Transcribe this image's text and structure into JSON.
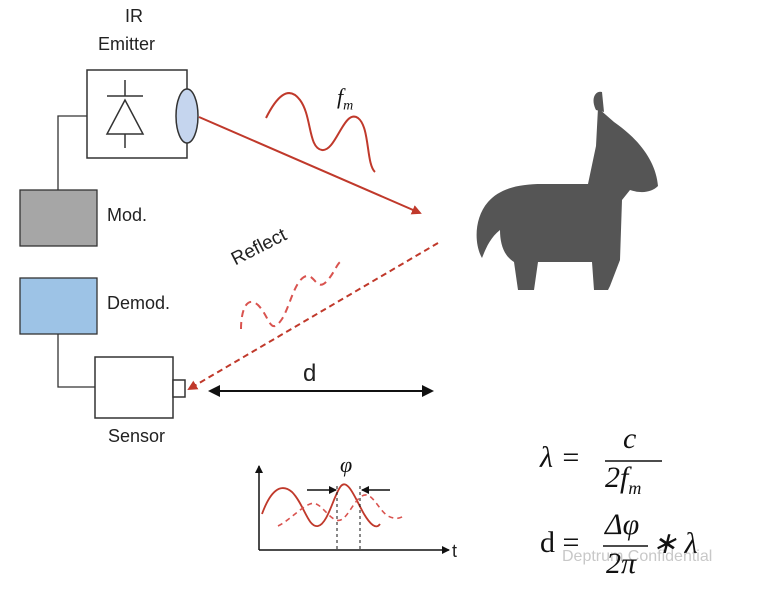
{
  "labels": {
    "emitter_line1": "IR",
    "emitter_line2": "Emitter",
    "modulator": "Mod.",
    "demodulator": "Demod.",
    "sensor": "Sensor",
    "frequency": "f",
    "frequency_sub": "m",
    "reflect": "Reflect",
    "distance": "d",
    "phase": "φ",
    "time_axis": "t"
  },
  "formulas": {
    "lambda_lhs": "λ =",
    "lambda_num": "c",
    "lambda_den_main": "2f",
    "lambda_den_sub": "m",
    "d_lhs": "d =",
    "d_num": "Δφ",
    "d_den": "2π",
    "d_tail": "∗ λ"
  },
  "watermark": "Deptrum Confidential",
  "colors": {
    "emitted_wave": "#c0392b",
    "reflected_wave": "#d9534f",
    "modulator_fill": "#a6a6a6",
    "demodulator_fill": "#9dc3e6",
    "emitter_lens": "#c5d5ee",
    "target": "#555555"
  },
  "icons": {
    "diode": "diode-symbol-icon",
    "target": "horse-silhouette-icon"
  }
}
